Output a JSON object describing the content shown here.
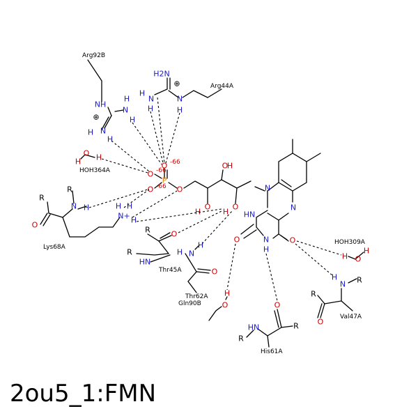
{
  "caption": "2ou5_1:FMN",
  "colors": {
    "N": "#1a1acc",
    "O": "#cc0000",
    "P": "#e08a00",
    "C": "#000000",
    "label": "#000000"
  },
  "residues": {
    "arg92b": "Arg92B",
    "arg44a": "Arg44A",
    "hoh364a": "HOH364A",
    "lys68a": "Lys68A",
    "thr45a": "Thr45A",
    "thr62a": "Thr62A",
    "gln90b": "Gln90B",
    "hoh309a": "HOH309A",
    "val47a": "Val47A",
    "his61a": "His61A"
  },
  "atoms": {
    "N": "N",
    "NH": "NH",
    "H": "H",
    "H2N": "H2N",
    "O": "O",
    "P": "P",
    "R": "R",
    "HN": "HN",
    "Nplus": "N+",
    "plus": "⊕"
  },
  "charges": {
    "o1": "-66",
    "o2": "-66",
    "o3": "-66"
  }
}
